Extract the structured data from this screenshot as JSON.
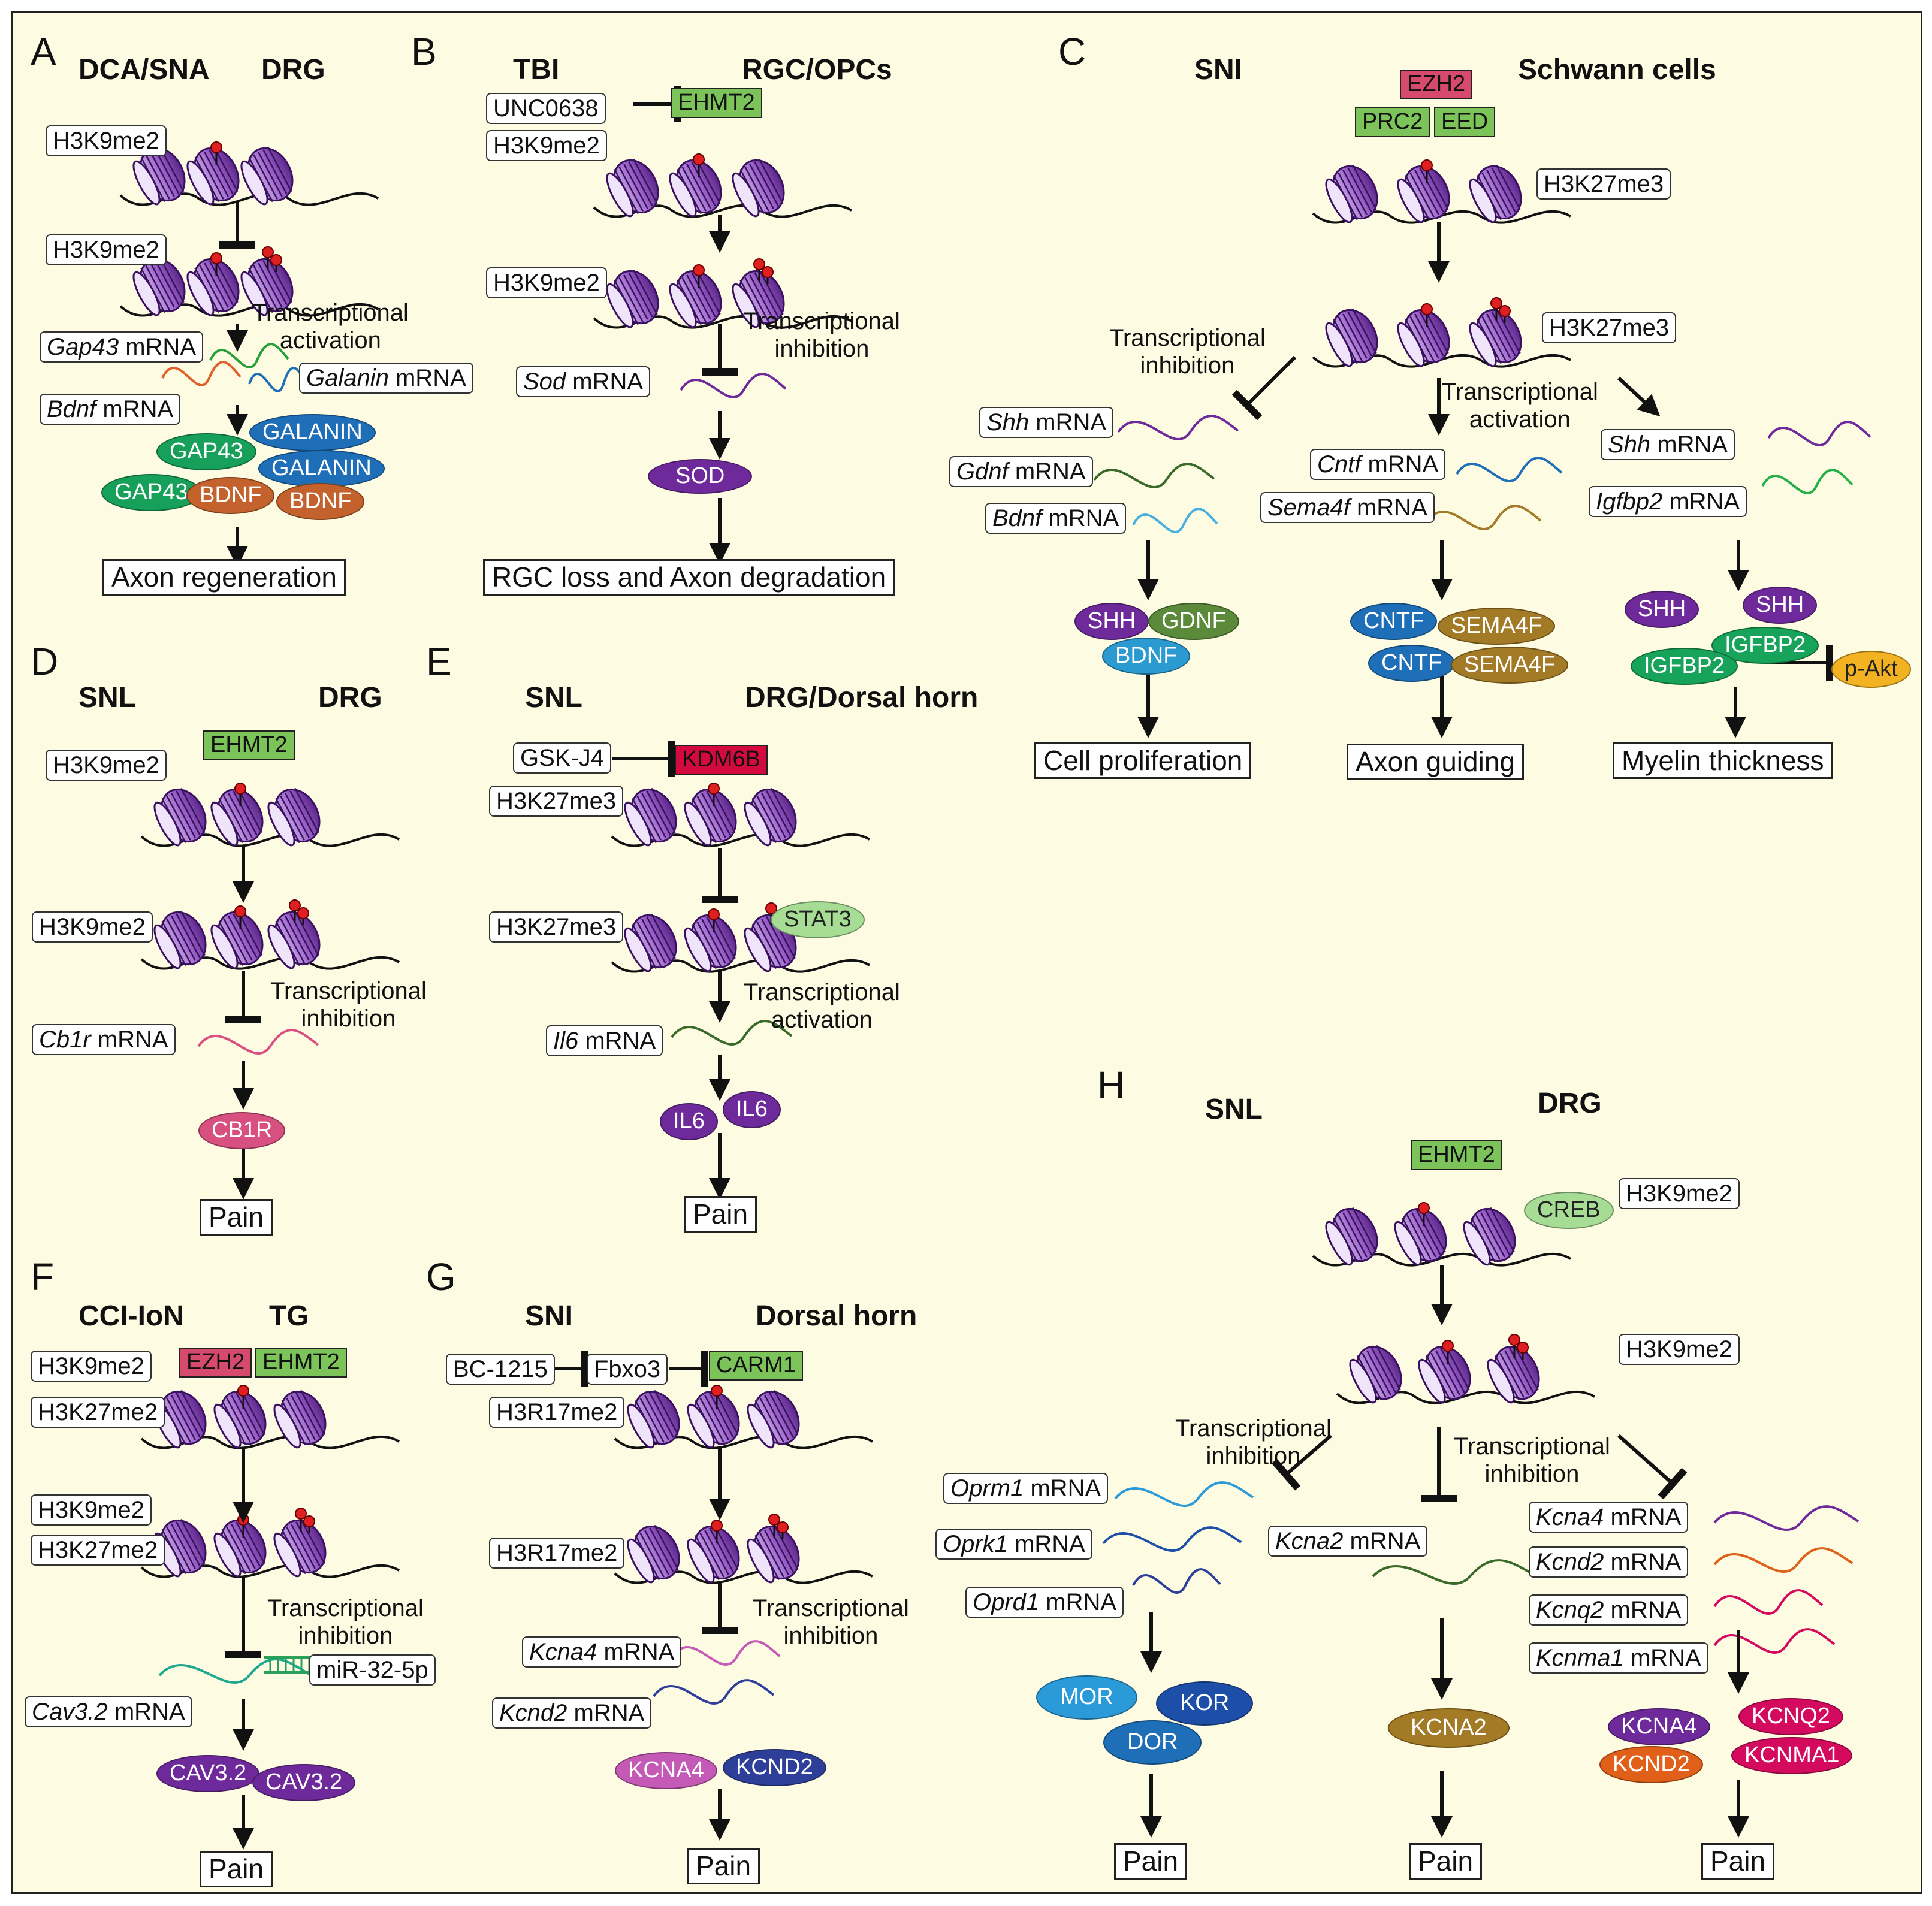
{
  "colors": {
    "bg": "#FDFBE2",
    "nucleosome": "#7A3FA8",
    "mark": "#E02020",
    "green_box": "#7CC35A",
    "red_box": "#D64A6E",
    "crimson_box": "#D40A3E"
  },
  "A": {
    "letter": "A",
    "h1": "DCA/SNA",
    "h2": "DRG",
    "mark1": "H3K9me2",
    "mark2": "H3K9me2",
    "ct": "Transcriptional\nactivation",
    "m1_it": "Gap43",
    "m1": " mRNA",
    "m2_it": "Galanin",
    "m2": " mRNA",
    "m3_it": "Bdnf",
    "m3": " mRNA",
    "p1": "GAP43",
    "p2": "GALANIN",
    "p3": "GALANIN",
    "p4": "GAP43",
    "p5": "BDNF",
    "p6": "BDNF",
    "out": "Axon regeneration"
  },
  "B": {
    "letter": "B",
    "h1": "TBI",
    "h2": "RGC/OPCs",
    "drug": "UNC0638",
    "enz": "EHMT2",
    "mark1": "H3K9me2",
    "mark2": "H3K9me2",
    "ct": "Transcriptional\ninhibition",
    "m1_it": "Sod",
    "m1": " mRNA",
    "p1": "SOD",
    "out": "RGC loss and Axon degradation"
  },
  "C": {
    "letter": "C",
    "h1": "SNI",
    "h2": "Schwann cells",
    "e1": "EZH2",
    "e2": "PRC2",
    "e3": "EED",
    "mark1": "H3K27me3",
    "mark2": "H3K27me3",
    "ct1": "Transcriptional\ninhibition",
    "ct2": "Transcriptional\nactivation",
    "l1_it": "Shh",
    "l1": " mRNA",
    "l2_it": "Gdnf",
    "l2": " mRNA",
    "l3_it": "Bdnf",
    "l3": " mRNA",
    "c1_it": "Cntf",
    "c1": " mRNA",
    "c2_it": "Sema4f",
    "c2": " mRNA",
    "r1_it": "Shh",
    "r1": " mRNA",
    "r2_it": "Igfbp2",
    "r2": " mRNA",
    "lp1": "SHH",
    "lp2": "GDNF",
    "lp3": "BDNF",
    "cp1": "CNTF",
    "cp2": "SEMA4F",
    "cp3": "CNTF",
    "cp4": "SEMA4F",
    "rp1": "SHH",
    "rp2": "SHH",
    "rp3": "IGFBP2",
    "rp4": "IGFBP2",
    "rp5": "p-Akt",
    "o1": "Cell proliferation",
    "o2": "Axon guiding",
    "o3": "Myelin thickness"
  },
  "D": {
    "letter": "D",
    "h1": "SNL",
    "h2": "DRG",
    "enz": "EHMT2",
    "mark1": "H3K9me2",
    "mark2": "H3K9me2",
    "ct": "Transcriptional\ninhibition",
    "m1_it": "Cb1r",
    "m1": " mRNA",
    "p1": "CB1R",
    "out": "Pain"
  },
  "E": {
    "letter": "E",
    "h1": "SNL",
    "h2": "DRG/Dorsal horn",
    "drug": "GSK-J4",
    "enz": "KDM6B",
    "mark1": "H3K27me3",
    "mark2": "H3K27me3",
    "tf": "STAT3",
    "ct": "Transcriptional\nactivation",
    "m1_it": "Il6",
    "m1": " mRNA",
    "p1": "IL6",
    "p2": "IL6",
    "out": "Pain"
  },
  "F": {
    "letter": "F",
    "h1": "CCI-IoN",
    "h2": "TG",
    "e1": "EZH2",
    "e2": "EHMT2",
    "mark1": "H3K9me2",
    "mark2": "H3K27me2",
    "mark3": "H3K9me2",
    "mark4": "H3K27me2",
    "ct": "Transcriptional\ninhibition",
    "mir": "miR-32-5p",
    "m1_it": "Cav3.2",
    "m1": " mRNA",
    "p1": "CAV3.2",
    "p2": "CAV3.2",
    "out": "Pain"
  },
  "G": {
    "letter": "G",
    "h1": "SNI",
    "h2": "Dorsal horn",
    "drug": "BC-1215",
    "mid": "Fbxo3",
    "enz": "CARM1",
    "mark1": "H3R17me2",
    "mark2": "H3R17me2",
    "ct": "Transcriptional\ninhibition",
    "m1_it": "Kcna4",
    "m1": " mRNA",
    "m2_it": "Kcnd2",
    "m2": " mRNA",
    "p1": "KCNA4",
    "p2": "KCND2",
    "out": "Pain"
  },
  "H": {
    "letter": "H",
    "h1": "SNL",
    "h2": "DRG",
    "enz": "EHMT2",
    "tf": "CREB",
    "mark1": "H3K9me2",
    "mark2": "H3K9me2",
    "ct1": "Transcriptional\ninhibition",
    "ct2": "Transcriptional\ninhibition",
    "l1_it": "Oprm1",
    "l1": " mRNA",
    "l2_it": "Oprk1",
    "l2": " mRNA",
    "l3_it": "Oprd1",
    "l3": " mRNA",
    "c1_it": "Kcna2",
    "c1": " mRNA",
    "r1_it": "Kcna4",
    "r1": " mRNA",
    "r2_it": "Kcnd2",
    "r2": " mRNA",
    "r3_it": "Kcnq2",
    "r3": " mRNA",
    "r4_it": "Kcnma1",
    "r4": " mRNA",
    "lp1": "MOR",
    "lp2": "KOR",
    "lp3": "DOR",
    "cp1": "KCNA2",
    "rp1": "KCNA4",
    "rp2": "KCNQ2",
    "rp3": "KCND2",
    "rp4": "KCNMA1",
    "o1": "Pain",
    "o2": "Pain",
    "o3": "Pain"
  }
}
